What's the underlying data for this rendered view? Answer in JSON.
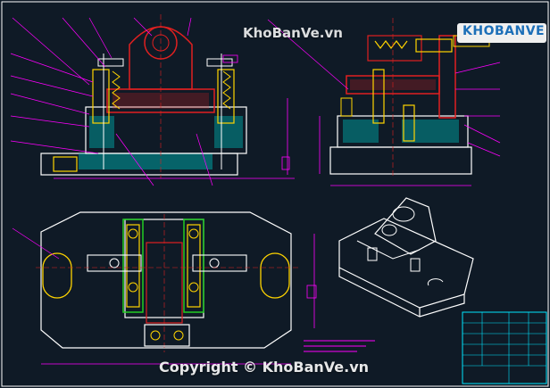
{
  "watermark": {
    "top_text": "KhoBanVe.vn",
    "bottom_text": "Copyright © KhoBanVe.vn"
  },
  "logo": {
    "brand_text": "KHOBANVE"
  },
  "colors": {
    "background": "#0f1a26",
    "outline": "#ffffff",
    "dimension": "#ff00ff",
    "red_part": "#e02020",
    "yellow_part": "#ffd400",
    "green_part": "#22cc22",
    "cyan_part": "#00e5ff"
  },
  "drawing": {
    "views": [
      "front-view",
      "side-view",
      "top-view",
      "isometric-view"
    ],
    "title_block_present": true
  }
}
